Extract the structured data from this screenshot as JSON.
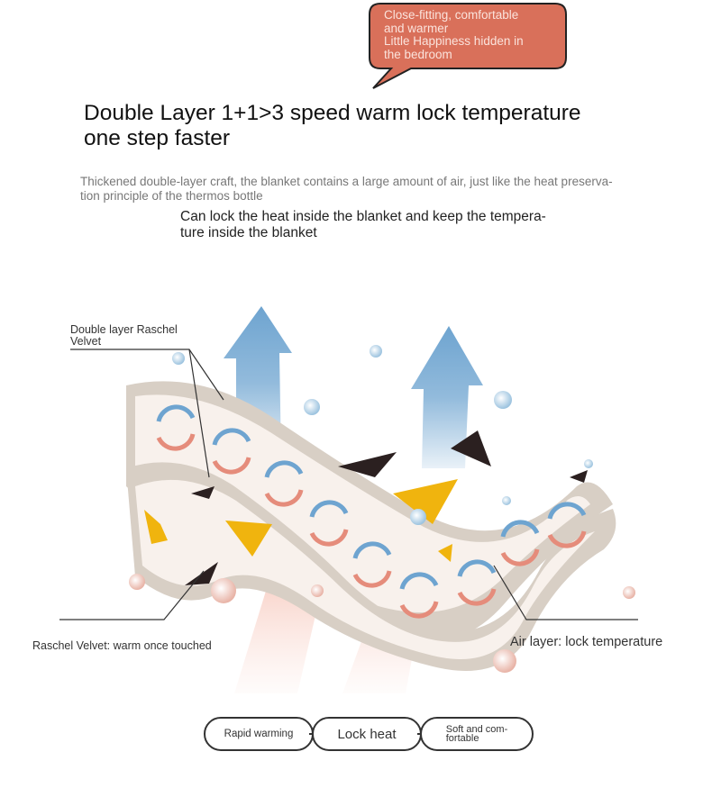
{
  "bubble": {
    "line1": "Close-fitting, comfortable",
    "line2": "and warmer",
    "line3": "Little Happiness hidden in",
    "line4": "the bedroom",
    "color": "#d9705a"
  },
  "headline": {
    "line1": "Double Layer 1+1>3 speed warm lock temperature",
    "line2": "one step faster"
  },
  "description": {
    "line1": "Thickened double-layer craft, the blanket contains a large amount of air, just like the heat preserva-",
    "line2": "tion principle of the thermos bottle"
  },
  "subtext": {
    "line1": "Can lock the heat inside the blanket and keep the tempera-",
    "line2": "ture inside the blanket"
  },
  "labels": {
    "double_layer_line1": "Double layer Raschel",
    "double_layer_line2": "Velvet",
    "raschel": "Raschel Velvet: warm once touched",
    "air_layer": "Air layer: lock temperature"
  },
  "features": {
    "rapid": "Rapid warming",
    "lock": "Lock heat",
    "soft_line1": "Soft and com-",
    "soft_line2": "fortable"
  },
  "colors": {
    "fabric": "#d8cfc5",
    "fabric_inner": "#f8f1ec",
    "arrow_blue": "#6ea4d0",
    "heat_pink": "#f2b7a8",
    "accent_yellow": "#f0b40e",
    "dark_triangle": "#2b2020"
  }
}
